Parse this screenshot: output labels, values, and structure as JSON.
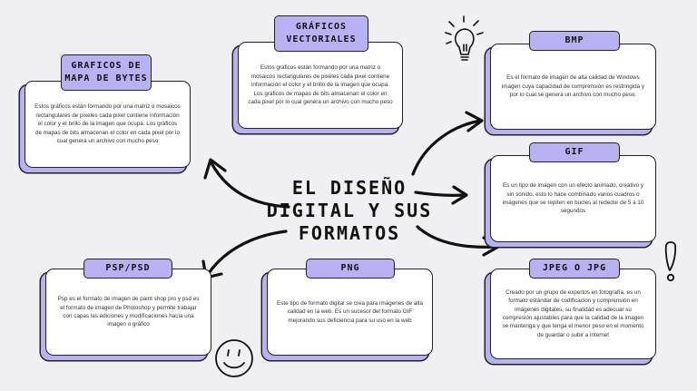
{
  "center": {
    "line1": "EL DISEÑO",
    "line2": "DIGITAL Y SUS",
    "line3": "FORMATOS"
  },
  "nodes": {
    "mapa_bytes": {
      "title_line1": "GRAFICOS DE",
      "title_line2": "MAPA DE BYTES",
      "text": "Estos gráficos están formando por una matriz o mosaicos rectangulares de pixeles cada pixel contiene información el color y el brillo de la imagen que ocupa. Los gráficos de mapas de bits almacenan el color en cada pixel por lo cual genera un archivo con mucho peso"
    },
    "vectoriales": {
      "title_line1": "GRÁFICOS",
      "title_line2": "VECTORIALES",
      "text": "Estos gráficos están formando por una matriz o mosaicos rectangulares de pixeles cada pixel contiene información el color y el brillo de la imagen que ocupa. Los gráficos de mapas de bits almacenan el color en cada pixel por lo cual genera un archivo con mucho peso"
    },
    "bmp": {
      "title": "BMP",
      "text": "Es el formato de imagen de alta calidad de Windows imagen cuya capacidad de comprensión es restringida y por lo cual se genera un archivo con mucho peso."
    },
    "gif": {
      "title": "GIF",
      "text": "Es un tipo de imagen con un efecto animado, creativo y sin sonido, esto lo hace combinado varios cuadros o imágenes que se repiten en bucles al rededor de 5 a 10 segundos"
    },
    "psp": {
      "title": "PSP/PSD",
      "text": "Psp es el formato de imagen de paint shop pro y psd es el formato de imagen de Photoshop y permite trabajar con capas las ediciones y modificaciones hacia una imagen o gráfico"
    },
    "png": {
      "title": "PNG",
      "text": "Este tipo de formato digital se crea para imágenes de alta calidad en la web. Es un sucesor del formato GIF mejorando sus deficiencia para su uso en la web"
    },
    "jpeg": {
      "title": "JPEG O JPG",
      "text": "Creado por un grupo de expertos en fotografía, es un formato estándar de codificacion y comprensión en imágenes digitales, su finalidad es adecuar su compresión ajustables para que la calidad de la imagen se mantenga y que tenga el menor peso en el momento de guardar o subir a internet"
    }
  },
  "colors": {
    "accent": "#b9b2f2",
    "ink": "#111111",
    "background": "#f0f0f2"
  },
  "icons": [
    "lightbulb-icon",
    "exclamation-icon",
    "smiley-icon"
  ]
}
